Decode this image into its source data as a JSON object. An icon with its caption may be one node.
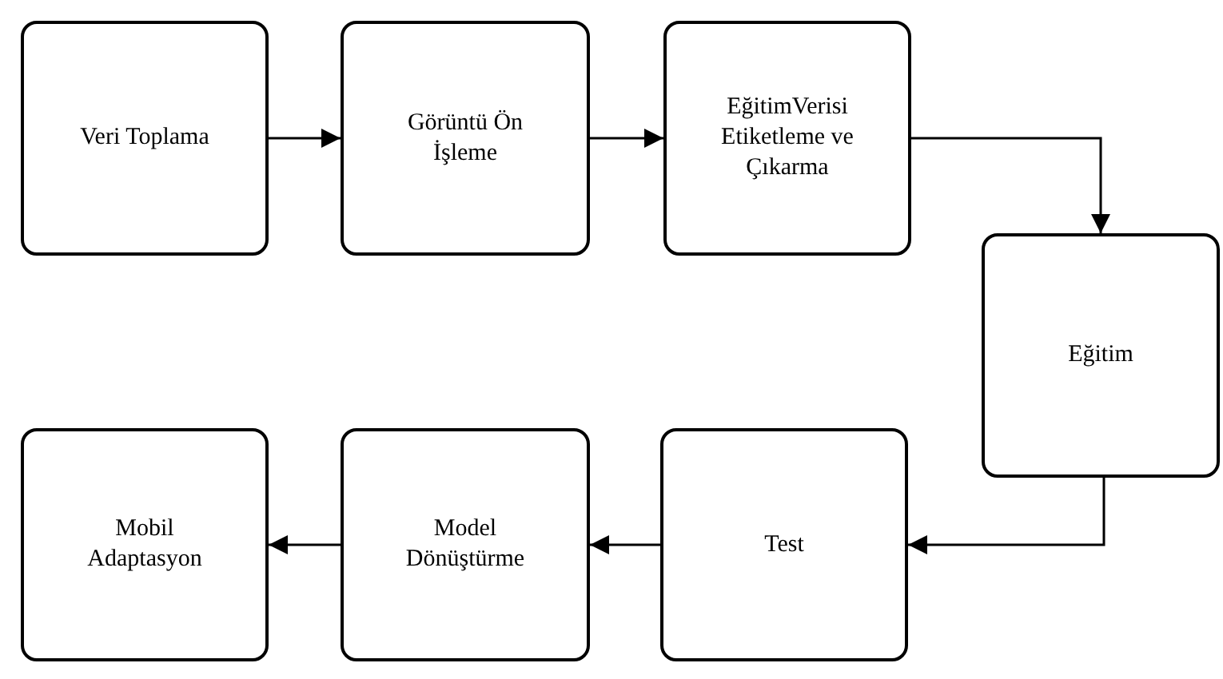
{
  "diagram": {
    "nodes": [
      {
        "text": [
          "Veri Toplama"
        ]
      },
      {
        "text": [
          "Görüntü Ön İşleme"
        ]
      },
      {
        "text": [
          "EğitimVerisi Etiketleme ve Çıkarma"
        ]
      },
      {
        "text": [
          "Eğitim"
        ]
      },
      {
        "text": [
          "Test"
        ]
      },
      {
        "text": [
          "Model Dönüştürme"
        ]
      },
      {
        "text": [
          "Mobil Adaptasyon"
        ]
      }
    ],
    "edges": [
      {
        "from": 0,
        "to": 1,
        "arrow": "to"
      },
      {
        "from": 1,
        "to": 2,
        "arrow": "to"
      },
      {
        "from": 2,
        "to": 3,
        "arrow": "to"
      },
      {
        "from": 3,
        "to": 4,
        "arrow": "to"
      },
      {
        "from": 4,
        "to": 5,
        "arrow": "to"
      },
      {
        "from": 5,
        "to": 6,
        "arrow": "to"
      }
    ]
  }
}
